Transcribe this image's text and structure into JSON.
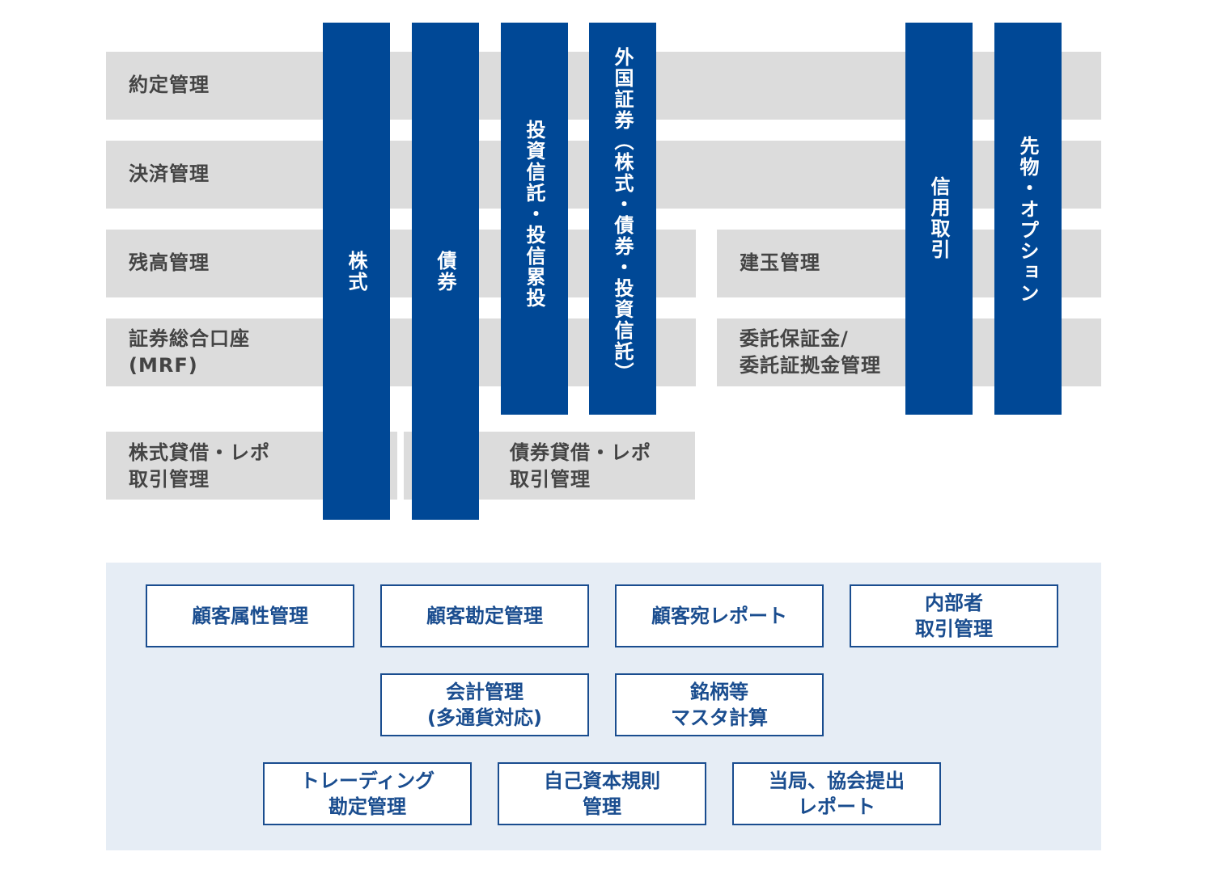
{
  "colors": {
    "row_bg": "#dcdcdc",
    "column_bg": "#004896",
    "panel_bg": "#e6edf5",
    "box_border": "#1a4d8f"
  },
  "rows": {
    "yakujo": "約定管理",
    "kessai": "決済管理",
    "zandaka": "残高管理",
    "shoken_line1": "証券総合口座",
    "shoken_line2": "(MRF)",
    "tategyoku": "建玉管理",
    "itaku_line1": "委託保証金/",
    "itaku_line2": "委託証拠金管理",
    "kabu_repo_line1": "株式貸借・レポ",
    "kabu_repo_line2": "取引管理",
    "sai_repo_line1": "債券貸借・レポ",
    "sai_repo_line2": "取引管理"
  },
  "columns": {
    "kabushiki": "株式",
    "saiken": "債券",
    "toshin": "投資信託・投信累投",
    "gaikoku": "外国証券（株式・債券・投資信託）",
    "shinyo": "信用取引",
    "sakimono": "先物・オプション"
  },
  "boxes": {
    "kokyaku_zokusei": "顧客属性管理",
    "kokyaku_kanjo": "顧客勘定管理",
    "kokyaku_report": "顧客宛レポート",
    "naibusha_line1": "内部者",
    "naibusha_line2": "取引管理",
    "kaikei_line1": "会計管理",
    "kaikei_line2": "(多通貨対応)",
    "meigara_line1": "銘柄等",
    "meigara_line2": "マスタ計算",
    "trading_line1": "トレーディング",
    "trading_line2": "勘定管理",
    "jiko_line1": "自己資本規則",
    "jiko_line2": "管理",
    "toukyoku_line1": "当局、協会提出",
    "toukyoku_line2": "レポート"
  }
}
